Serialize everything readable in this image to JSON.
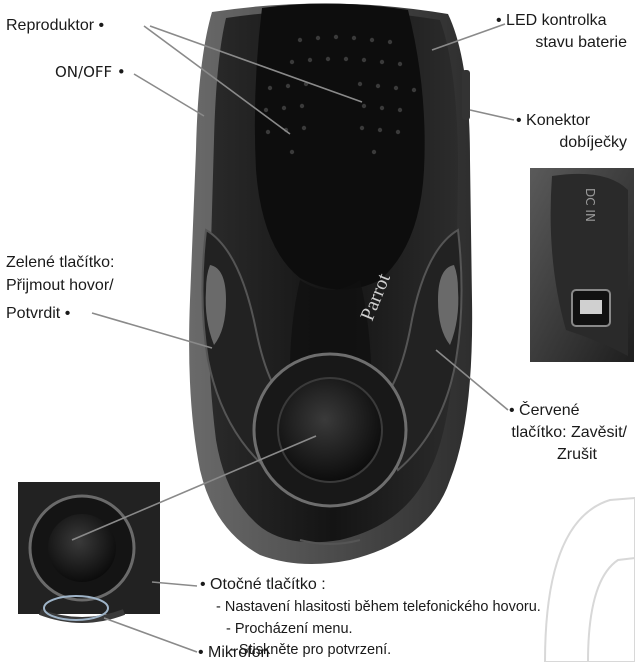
{
  "brand": "Parrot",
  "inset_connector_text": "DC IN",
  "labels": {
    "speaker": "Reproduktor •",
    "onoff": "ON/OFF •",
    "led_line1": "• LED kontrolka",
    "led_line2": "stavu baterie",
    "charger_line1": "• Konektor",
    "charger_line2": "dobíječky",
    "green_line1": "Zelené tlačítko:",
    "green_line2": "Přijmout hovor/",
    "green_line3": "Potvrdit  •",
    "red_line1": "• Červené",
    "red_line2": "tlačítko: Zavěsit/",
    "red_line3": "Zrušit",
    "jog_title": "• Otočné tlačítko :",
    "jog_item1": "- Nastavení hlasitosti během telefonického hovoru.",
    "jog_item2": "- Procházení menu.",
    "jog_item3": "- Stiskněte pro potvrzení.",
    "mic": "• Mikrofon"
  },
  "colors": {
    "device_body": "#1c1c1c",
    "device_edge": "#4a4a4a",
    "callout_line": "#8a8a8a",
    "mic_circle": "#9fb4c8"
  }
}
